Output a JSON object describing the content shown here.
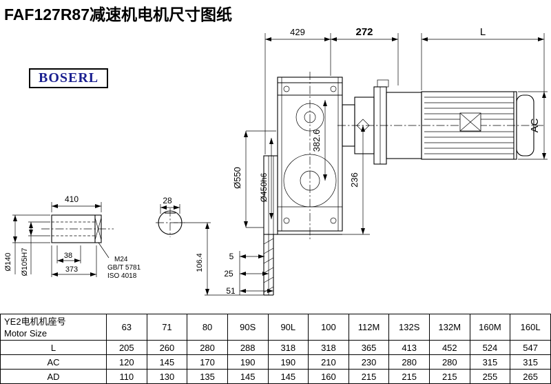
{
  "page": {
    "title": "FAF127R87减速机电机尺寸图纸",
    "brand": "BOSERL"
  },
  "drawing": {
    "dims": {
      "d429": "429",
      "d272": "272",
      "dL": "L",
      "dAC": "AC",
      "d550": "Ø550",
      "d450": "Ø450h6",
      "d382": "382.6",
      "d236": "236",
      "d410": "410",
      "d28": "28",
      "d140": "Ø140",
      "d105": "Ø105H7",
      "d38": "38",
      "d373": "373",
      "d106": "106.4",
      "d5": "5",
      "d25": "25",
      "d51": "51",
      "thread": "M24",
      "std1": "GB/T 5781",
      "std2": "ISO 4018"
    }
  },
  "table": {
    "header_cn": "YE2电机机座号",
    "header_en": "Motor Size",
    "columns": [
      "63",
      "71",
      "80",
      "90S",
      "90L",
      "100",
      "112M",
      "132S",
      "132M",
      "160M",
      "160L"
    ],
    "rows": [
      {
        "label": "L",
        "values": [
          "205",
          "260",
          "280",
          "288",
          "318",
          "318",
          "365",
          "413",
          "452",
          "524",
          "547"
        ]
      },
      {
        "label": "AC",
        "values": [
          "120",
          "145",
          "170",
          "190",
          "190",
          "210",
          "230",
          "280",
          "280",
          "315",
          "315"
        ]
      },
      {
        "label": "AD",
        "values": [
          "110",
          "130",
          "135",
          "145",
          "145",
          "160",
          "215",
          "215",
          "215",
          "255",
          "265"
        ]
      }
    ]
  }
}
